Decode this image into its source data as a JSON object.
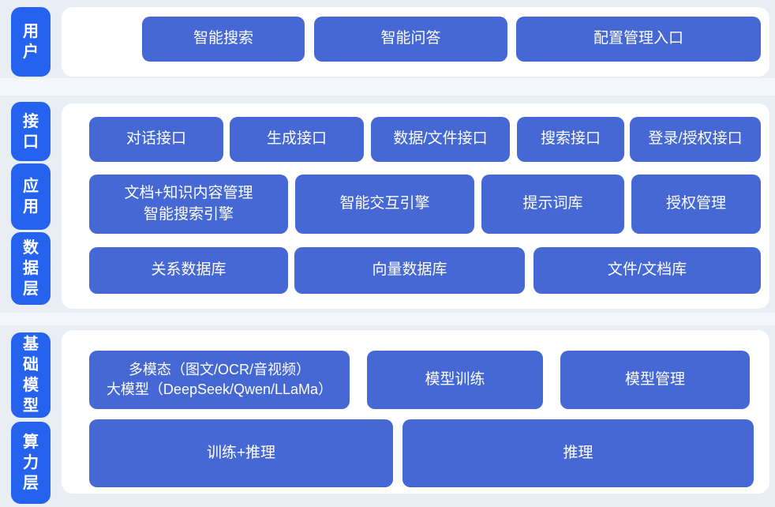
{
  "colors": {
    "background": "#e9edf4",
    "panel": "#ffffff",
    "label_blue": "#2562ee",
    "box_blue": "#4568d4",
    "box_text": "#ffffff"
  },
  "layers": {
    "user": "用户",
    "interface": "接口",
    "application": "应用",
    "data": "数据层",
    "model": "基础模型",
    "compute": "算力层"
  },
  "boxes": {
    "user_row": [
      "智能搜索",
      "智能问答",
      "配置管理入口"
    ],
    "interface_row": [
      "对话接口",
      "生成接口",
      "数据/文件接口",
      "搜索接口",
      "登录/授权接口"
    ],
    "application_row": [
      "文档+知识内容管理\n智能搜索引擎",
      "智能交互引擎",
      "提示词库",
      "授权管理"
    ],
    "data_row": [
      "关系数据库",
      "向量数据库",
      "文件/文档库"
    ],
    "model_row": [
      "多模态（图文/OCR/音视频）\n大模型（DeepSeek/Qwen/LLaMa）",
      "模型训练",
      "模型管理"
    ],
    "compute_row": [
      "训练+推理",
      "推理"
    ]
  }
}
